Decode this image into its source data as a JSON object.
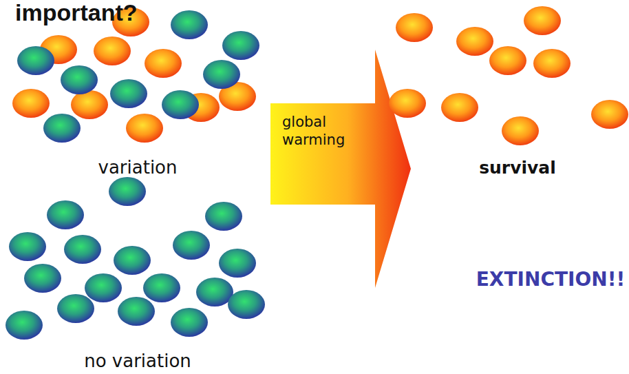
{
  "diagram": {
    "title": "important?",
    "labels": [
      "variation",
      "global warming",
      "survival",
      "no variation",
      "EXTINCTION!!"
    ]
  }
}
